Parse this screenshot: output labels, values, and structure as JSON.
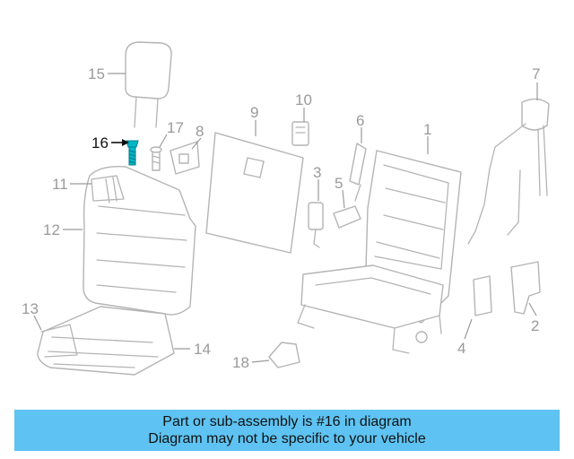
{
  "diagram": {
    "callouts": [
      "1",
      "2",
      "3",
      "4",
      "5",
      "6",
      "7",
      "8",
      "9",
      "10",
      "11",
      "12",
      "13",
      "14",
      "15",
      "16",
      "17",
      "18"
    ],
    "highlighted_part": "16",
    "colors": {
      "line": "#b4b4b4",
      "callout": "#9a9a9a",
      "highlight": "#00b7c8",
      "highlight_text": "#111111"
    }
  },
  "banner": {
    "line1": "Part or sub-assembly is #16 in diagram",
    "line2": "Diagram may not be specific to your vehicle",
    "background": "#5ec3f2"
  }
}
